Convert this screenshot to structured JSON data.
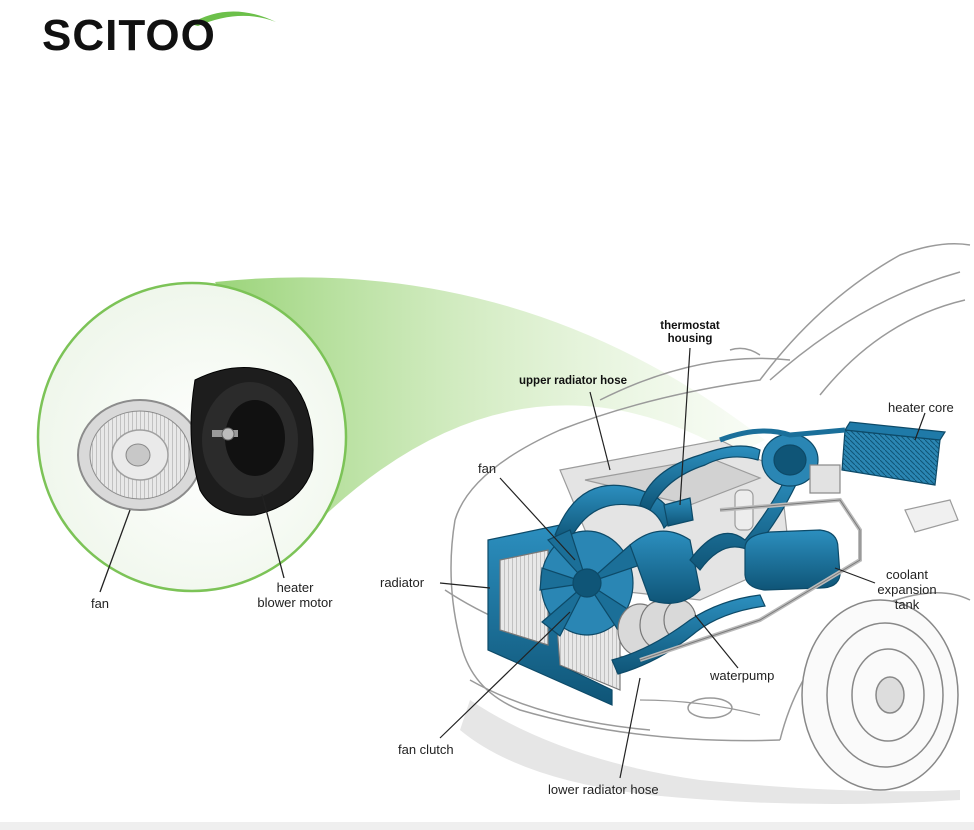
{
  "logo": {
    "text": "SCITOO"
  },
  "labels": {
    "inset_fan": "fan",
    "heater_blower_motor": "heater\nblower motor",
    "thermostat_housing": "thermostat\nhousing",
    "upper_radiator_hose": "upper radiator hose",
    "heater_core": "heater core",
    "fan": "fan",
    "radiator": "radiator",
    "coolant_expansion_tank": "coolant\nexpansion\ntank",
    "waterpump": "waterpump",
    "fan_clutch": "fan clutch",
    "lower_radiator_hose": "lower radiator hose"
  },
  "colors": {
    "logo": "#111111",
    "logo_swoosh": "#6cc04a",
    "inset_ring": "#7cc357",
    "beam": "#a8d88a",
    "coolant_parts": "#1a6f9a",
    "car_outline": "#999999"
  }
}
